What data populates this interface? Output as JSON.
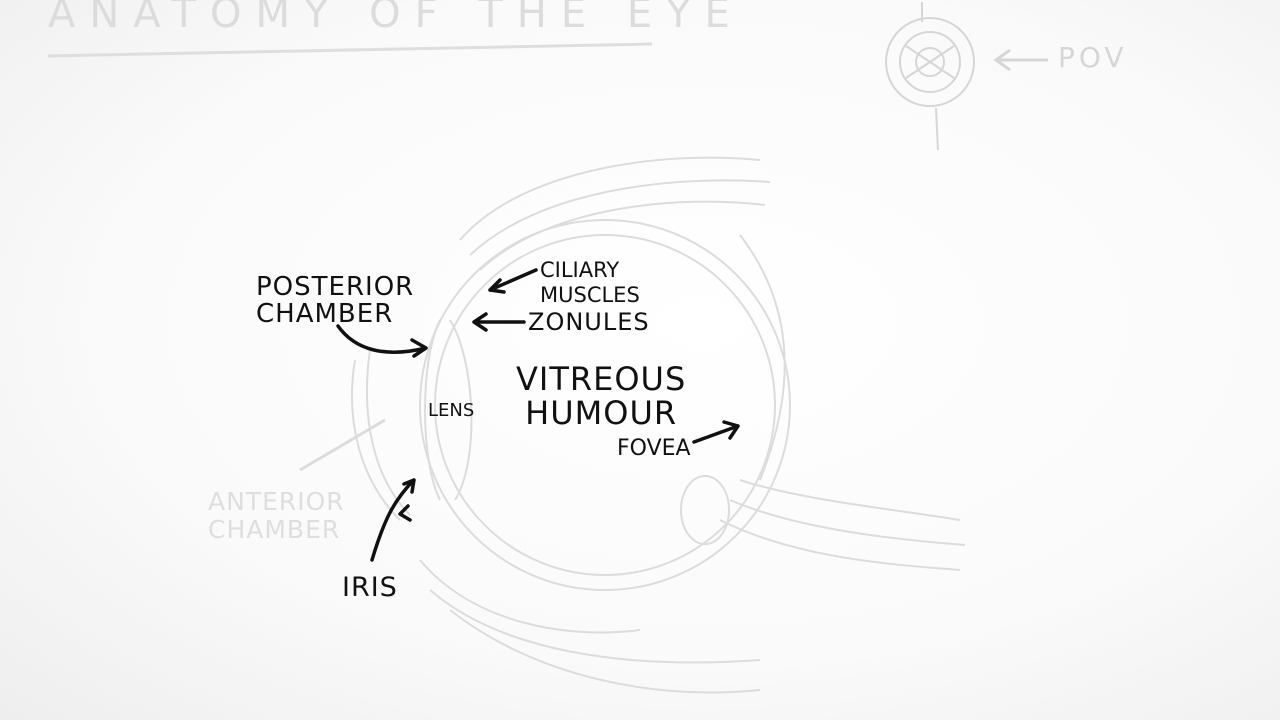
{
  "diagram": {
    "title": "ANATOMY OF THE EYE",
    "pov_label": "POV",
    "labels": {
      "posterior_chamber": [
        "POSTERIOR",
        "CHAMBER"
      ],
      "ciliary_muscles": [
        "CILIARY",
        "MUSCLES"
      ],
      "zonules": "ZONULES",
      "vitreous_humour": [
        "VITREOUS",
        "HUMOUR"
      ],
      "lens": "LENS",
      "fovea": "FOVEA",
      "iris": "IRIS",
      "anterior_chamber": [
        "ANTERIOR",
        "CHAMBER"
      ]
    },
    "colors": {
      "ink": "#111111",
      "faint_ink": "#d8d8d8",
      "background": "#fbfbfb"
    }
  }
}
